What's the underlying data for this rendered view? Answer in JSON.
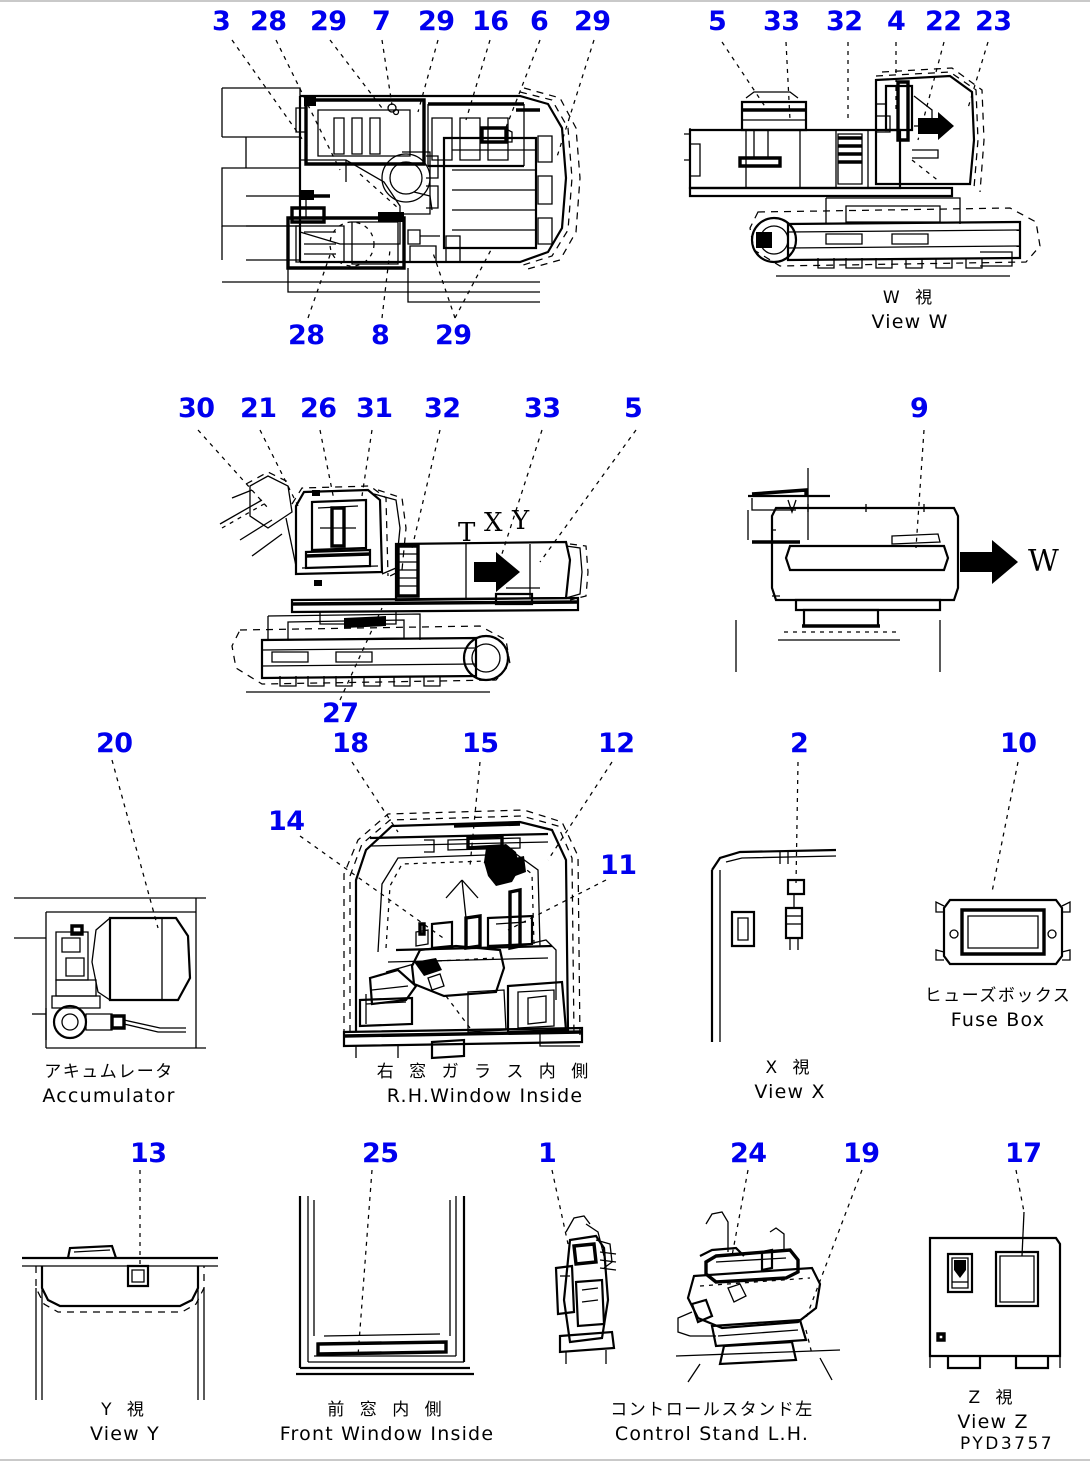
{
  "sheet": {
    "drawing_code": "PYD3757",
    "background": "#ffffff",
    "callout_color": "#0000ee",
    "line_color": "#000000"
  },
  "callouts": {
    "top_view_upper": [
      "3",
      "28",
      "29",
      "7",
      "29",
      "16",
      "6",
      "29"
    ],
    "top_view_lower": [
      "28",
      "8",
      "29"
    ],
    "view_w_top": [
      "5",
      "33",
      "32",
      "4",
      "22",
      "23"
    ],
    "side_view_top": [
      "30",
      "21",
      "26",
      "31",
      "32",
      "33",
      "5"
    ],
    "side_view_bottom": [
      "27"
    ],
    "rear_view": [
      "9"
    ],
    "accumulator": [
      "20"
    ],
    "cab_inside": [
      "14",
      "18",
      "15",
      "12",
      "11"
    ],
    "view_x": [
      "2"
    ],
    "fuse_box": [
      "10"
    ],
    "view_y": [
      "13"
    ],
    "front_window": [
      "25"
    ],
    "control_stand_single": [
      "1"
    ],
    "control_stand_lh": [
      "24",
      "19"
    ],
    "view_z": [
      "17"
    ]
  },
  "panels": [
    {
      "id": "top-view",
      "caption_jp": "",
      "caption_en": ""
    },
    {
      "id": "view-w",
      "caption_jp": "W  視",
      "caption_en": "View W"
    },
    {
      "id": "side-view",
      "caption_jp": "",
      "caption_en": ""
    },
    {
      "id": "rear-view",
      "caption_jp": "",
      "caption_en": ""
    },
    {
      "id": "accumulator",
      "caption_jp": "アキュムレータ",
      "caption_en": "Accumulator"
    },
    {
      "id": "rh-window-inside",
      "caption_jp": "右 窓 ガ ラ ス 内 側",
      "caption_en": "R.H.Window Inside"
    },
    {
      "id": "view-x",
      "caption_jp": "X  視",
      "caption_en": "View X"
    },
    {
      "id": "fuse-box",
      "caption_jp": "ヒューズボックス",
      "caption_en": "Fuse Box"
    },
    {
      "id": "view-y",
      "caption_jp": "Y  視",
      "caption_en": "View Y"
    },
    {
      "id": "front-window-inside",
      "caption_jp": "前 窓 内 側",
      "caption_en": "Front Window Inside"
    },
    {
      "id": "control-stand-lh",
      "caption_jp": "コントロールスタンド左",
      "caption_en": "Control Stand L.H."
    },
    {
      "id": "view-z",
      "caption_jp": "Z  視",
      "caption_en": "View Z"
    }
  ],
  "view_markers": {
    "side_view_x": "X",
    "side_view_y": "Y",
    "side_view_t": "T",
    "rear_view_w": "W"
  }
}
